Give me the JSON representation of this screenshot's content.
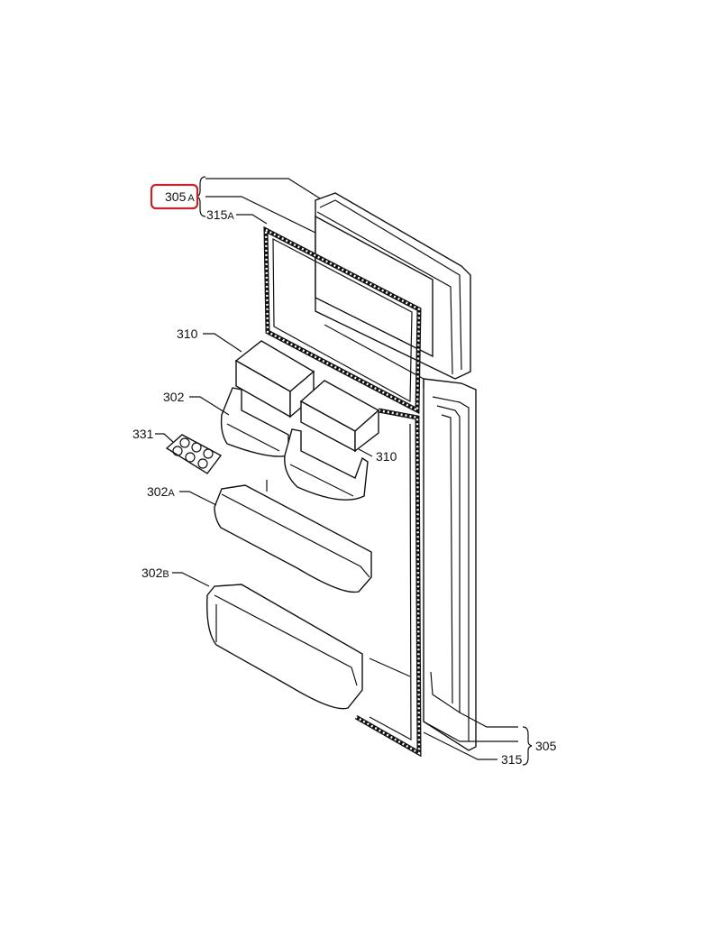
{
  "diagram": {
    "highlight_color": "#c0262d",
    "labels": {
      "door_freezer_set": {
        "num": "305",
        "suffix": "A"
      },
      "gasket_freezer": {
        "num": "315",
        "suffix": "A"
      },
      "cover_left": {
        "num": "310"
      },
      "bin_small": {
        "num": "302"
      },
      "egg_tray": {
        "num": "331"
      },
      "cover_right": {
        "num": "310"
      },
      "bin_mid": {
        "num": "302",
        "suffix": "A"
      },
      "bin_bottom": {
        "num": "302",
        "suffix": "B"
      },
      "door_fridge_set": {
        "num": "305"
      },
      "gasket_fridge": {
        "num": "315"
      }
    }
  }
}
